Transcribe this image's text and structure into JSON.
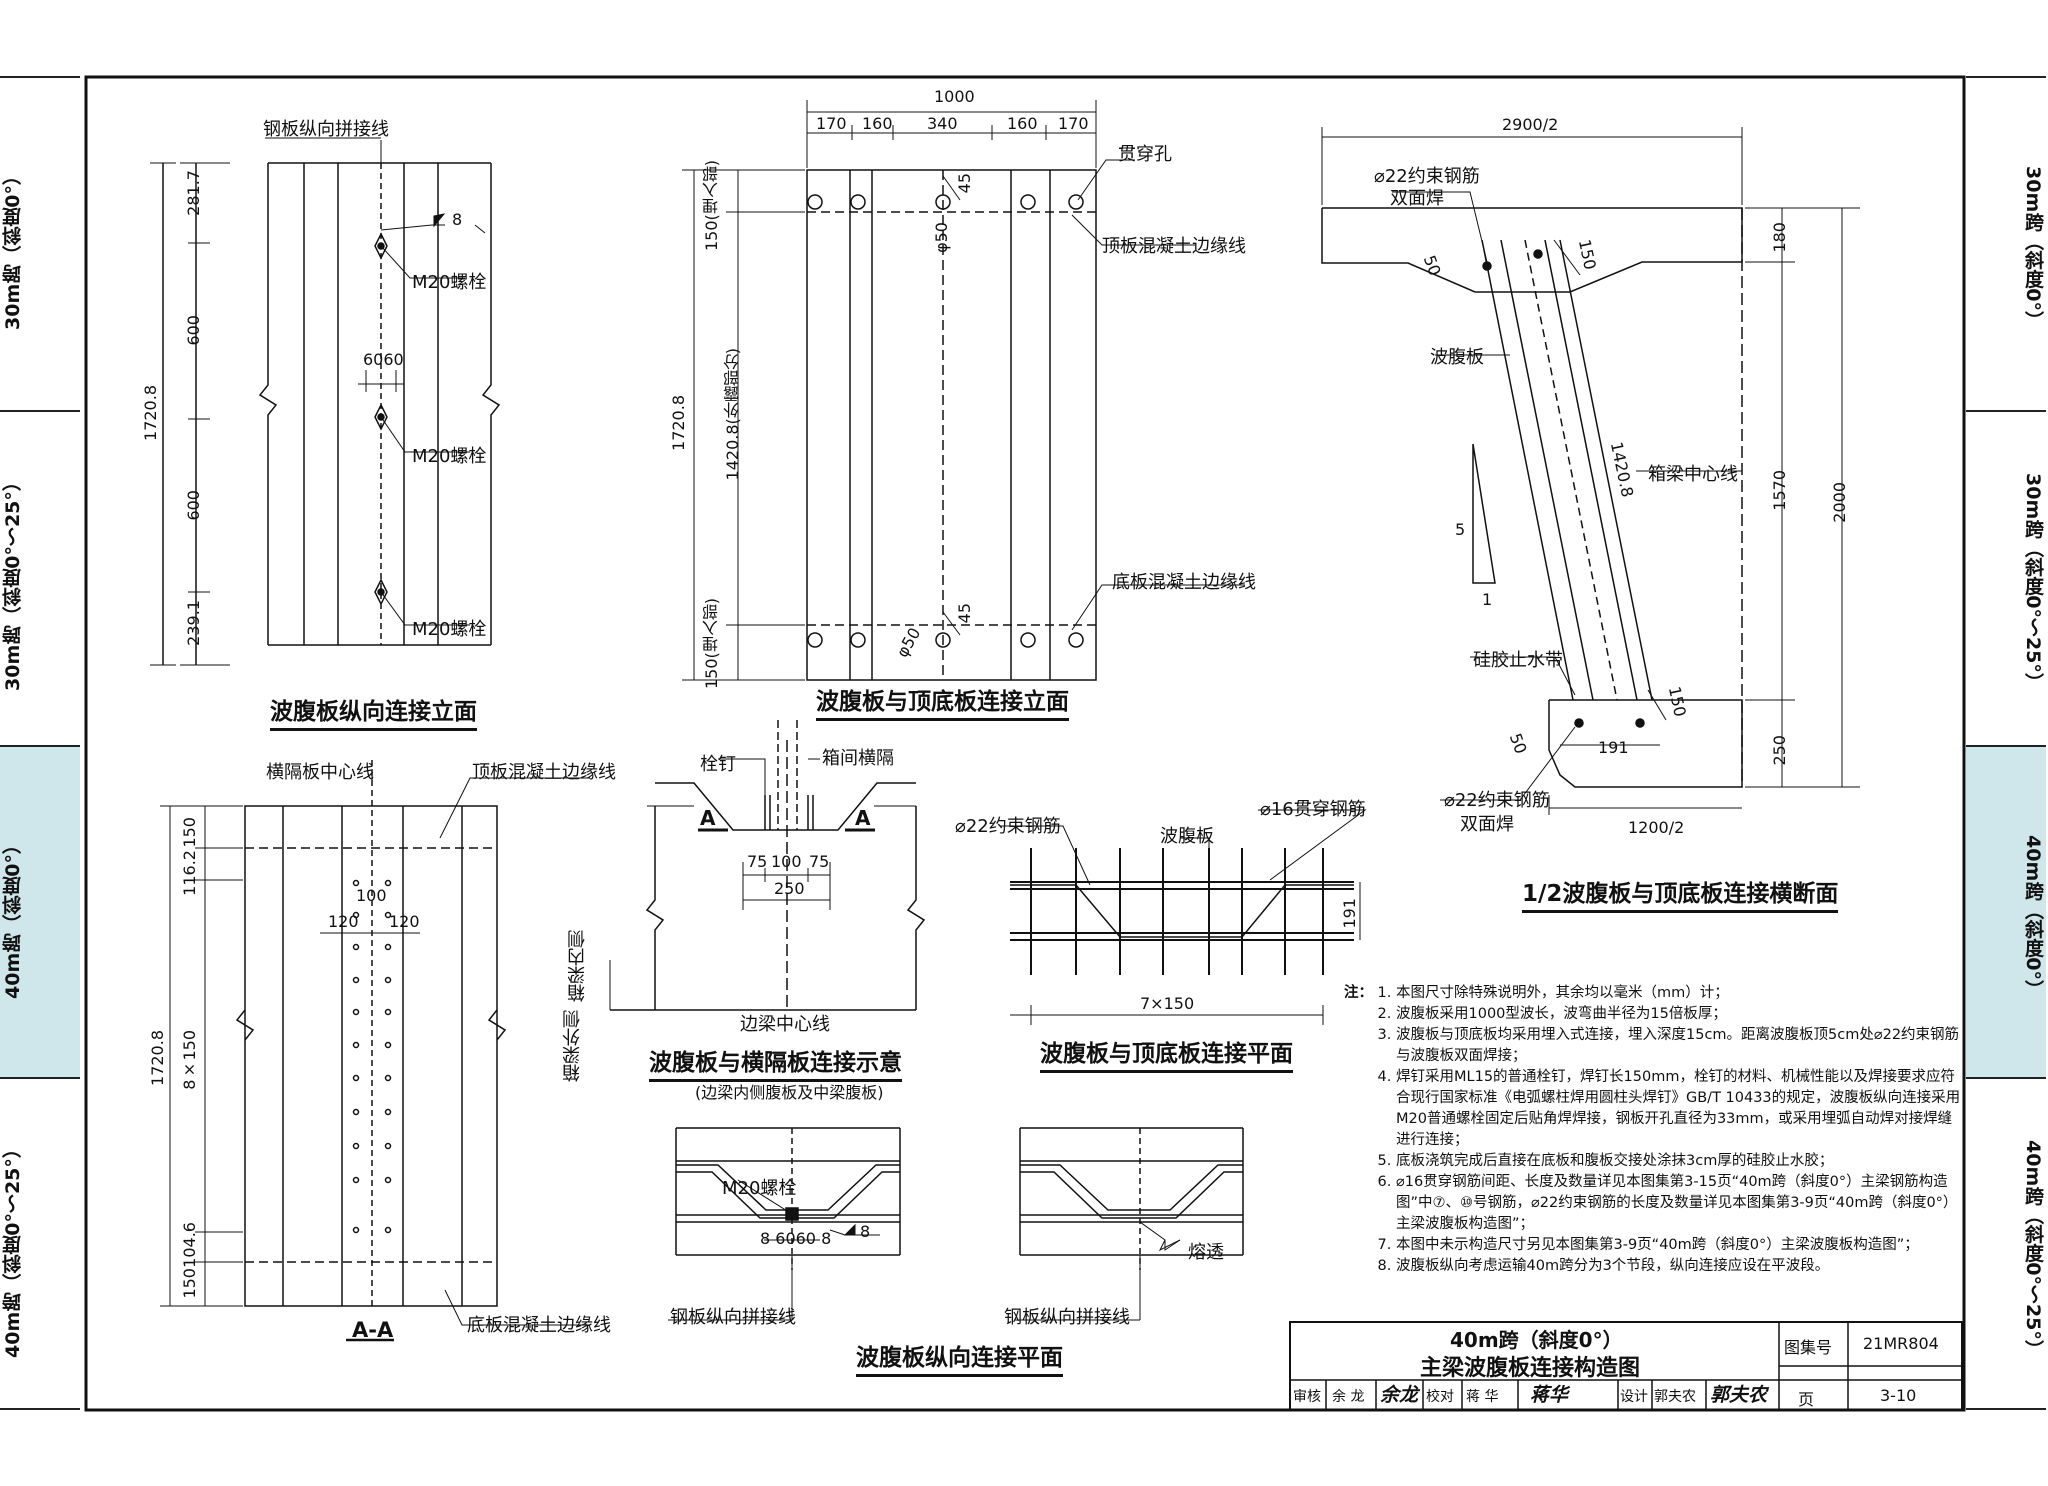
{
  "side_tabs": {
    "left": [
      "30m跨（斜度0°）",
      "30m跨（斜度0°～25°）",
      "40m跨（斜度0°）",
      "40m跨（斜度0°～25°）"
    ],
    "right": [
      "30m跨（斜度0°）",
      "30m跨（斜度0°～25°）",
      "40m跨（斜度0°）",
      "40m跨（斜度0°～25°）"
    ],
    "active_index": 2
  },
  "fig_long_elev": {
    "title": "波腹板纵向连接立面",
    "splice_line": "钢板纵向拼接线",
    "bolt": "M20螺栓",
    "dims": [
      "281.7",
      "600",
      "600",
      "239.1",
      "1720.8",
      "6060",
      "8"
    ]
  },
  "fig_top_bottom_elev": {
    "title": "波腹板与顶底板连接立面",
    "dims_top": [
      "1000",
      "170",
      "160",
      "340",
      "160",
      "170"
    ],
    "through_hole": "贯穿孔",
    "top_edge": "顶板混凝土边缘线",
    "bottom_edge": "底板混凝土边缘线",
    "embed_top": "150(埋入部)",
    "exposed": "1420.8(外露部分)",
    "embed_bottom": "150(埋入部)",
    "total": "1720.8",
    "hole_dia": "φ50",
    "d45": "45"
  },
  "fig_half_section": {
    "title": "1/2波腹板与顶底板连接横断面",
    "top_width": "2900/2",
    "bot_width": "1200/2",
    "rebar_top": "⌀22约束钢筋",
    "weld_top": "双面焊",
    "rebar_bot": "⌀22约束钢筋",
    "weld_bot": "双面焊",
    "web": "波腹板",
    "box_cl": "箱梁中心线",
    "seal": "硅胶止水带",
    "slope_v": "5",
    "slope_h": "1",
    "dims": [
      "180",
      "1570",
      "250",
      "2000",
      "1420.8",
      "150",
      "50",
      "150",
      "50",
      "191"
    ]
  },
  "fig_aa": {
    "title": "A-A",
    "diaphragm_cl": "横隔板中心线",
    "top_edge": "顶板混凝土边缘线",
    "bottom_edge": "底板混凝土边缘线",
    "dims": [
      "150",
      "116.2",
      "100",
      "120",
      "120",
      "1720.8",
      "8×150",
      "104.6",
      "150"
    ]
  },
  "fig_diaphragm": {
    "title": "波腹板与横隔板连接示意",
    "subtitle": "(边梁内侧腹板及中梁腹板)",
    "stud": "栓钉",
    "diaphragm": "箱间横隔",
    "a_left": "A",
    "a_right": "A",
    "dims": [
      "75",
      "100",
      "75",
      "250"
    ],
    "edge_cl": "边梁中心线",
    "outer": "箱梁外侧",
    "inner": "箱梁内侧"
  },
  "fig_plan": {
    "title": "波腹板与顶底板连接平面",
    "rebar22": "⌀22约束钢筋",
    "web": "波腹板",
    "rebar16": "⌀16贯穿钢筋",
    "d191": "191",
    "spacing": "7×150"
  },
  "fig_long_plan": {
    "title": "波腹板纵向连接平面",
    "bolt": "M20螺栓",
    "dims": "8 6060 8",
    "weld8": "8",
    "splice_left": "钢板纵向拼接线",
    "splice_right": "钢板纵向拼接线",
    "weld_through": "熔透"
  },
  "notes": {
    "head": "注：",
    "items": [
      "本图尺寸除特殊说明外，其余均以毫米（mm）计；",
      "波腹板采用1000型波长，波弯曲半径为15倍板厚；",
      "波腹板与顶底板均采用埋入式连接，埋入深度15cm。距离波腹板顶5cm处⌀22约束钢筋与波腹板双面焊接；",
      "焊钉采用ML15的普通栓钉，焊钉长150mm，栓钉的材料、机械性能以及焊接要求应符合现行国家标准《电弧螺柱焊用圆柱头焊钉》GB/T 10433的规定，波腹板纵向连接采用M20普通螺栓固定后贴角焊焊接，钢板开孔直径为33mm，或采用埋弧自动焊对接焊缝进行连接；",
      "底板浇筑完成后直接在底板和腹板交接处涂抹3cm厚的硅胶止水胶；",
      "⌀16贯穿钢筋间距、长度及数量详见本图集第3-15页“40m跨（斜度0°）主梁钢筋构造图”中⑦、⑩号钢筋，⌀22约束钢筋的长度及数量详见本图集第3-9页“40m跨（斜度0°）主梁波腹板构造图”；",
      "本图中未示构造尺寸另见本图集第3-9页“40m跨（斜度0°）主梁波腹板构造图”；",
      "波腹板纵向考虑运输40m跨分为3个节段，纵向连接应设在平波段。"
    ]
  },
  "title_block": {
    "line1": "40m跨（斜度0°）",
    "line2": "主梁波腹板连接构造图",
    "atlas_label": "图集号",
    "atlas_no": "21MR804",
    "review_label": "审核",
    "review_name": "余 龙",
    "check_label": "校对",
    "check_name": "蒋 华",
    "design_label": "设计",
    "design_name": "郭夫农",
    "page_label": "页",
    "page_no": "3-10"
  }
}
